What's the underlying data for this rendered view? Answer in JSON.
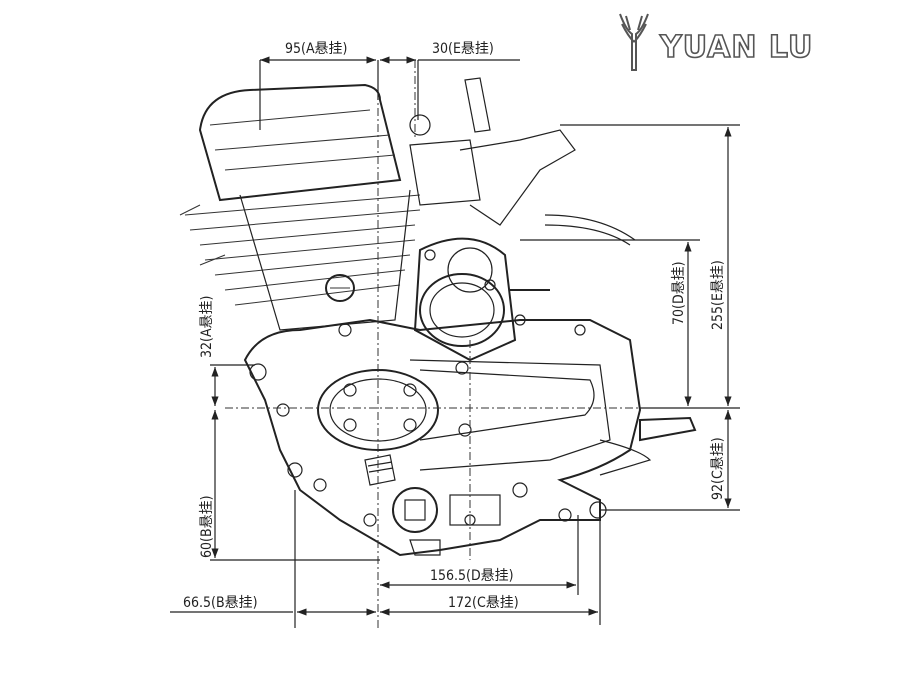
{
  "logo": {
    "text": "YUAN LU"
  },
  "dimensions": {
    "top_a": "95(A悬挂)",
    "top_e": "30(E悬挂)",
    "right_e": "255(E悬挂)",
    "right_d": "70(D悬挂)",
    "right_c": "92(C悬挂)",
    "left_a": "32(A悬挂)",
    "left_b": "60(B悬挂)",
    "bottom_d": "156.5(D悬挂)",
    "bottom_b": "66.5(B悬挂)",
    "bottom_c": "172(C悬挂)"
  }
}
